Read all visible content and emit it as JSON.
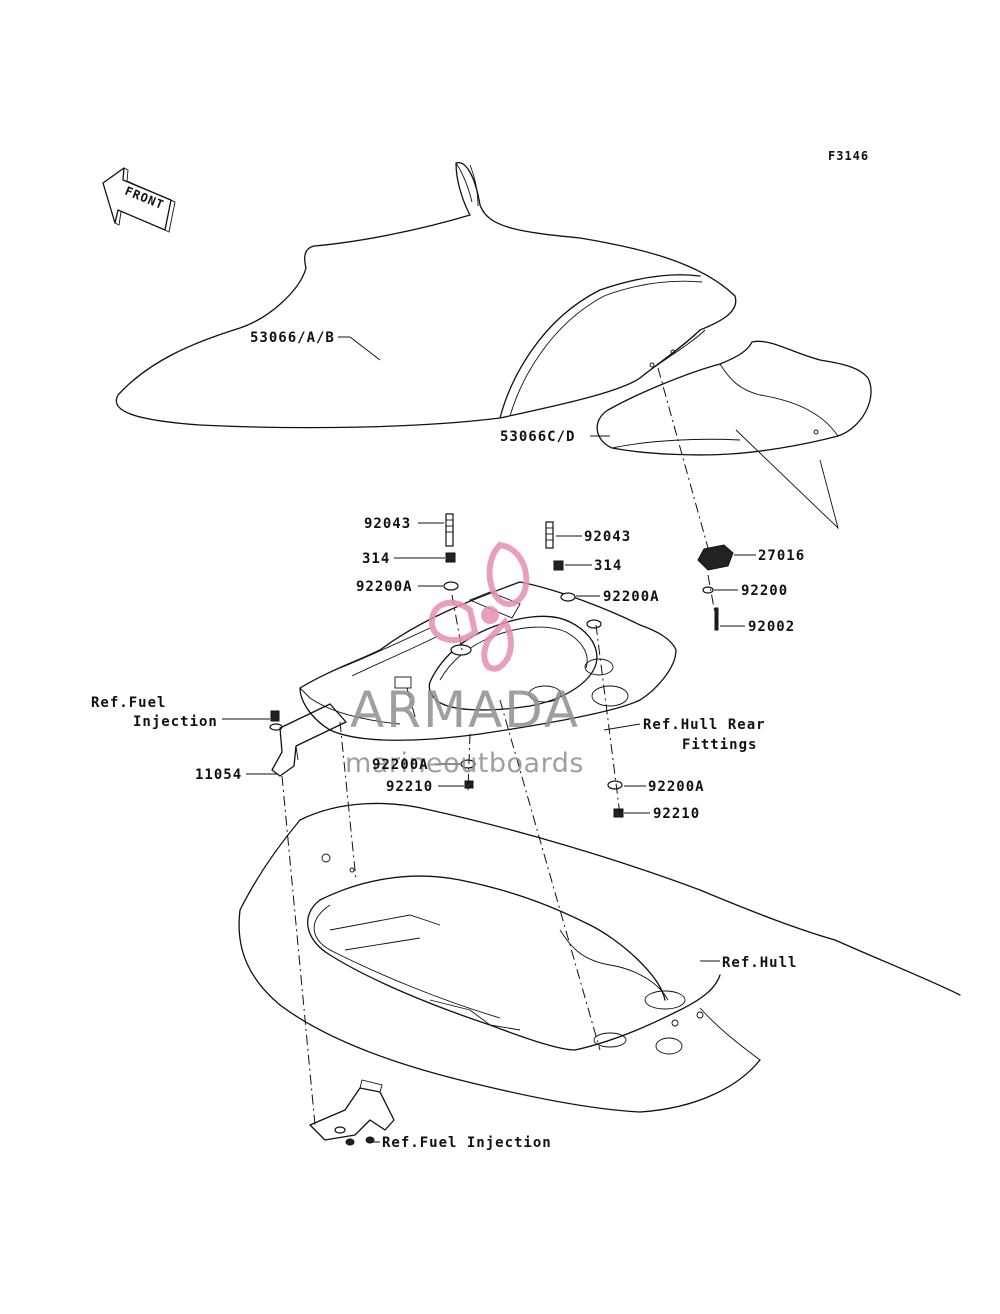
{
  "figure_code": "F3146",
  "front_arrow": {
    "text": "FRONT",
    "icon": "front-direction-arrow-icon"
  },
  "watermark": {
    "brand": "ARMADA",
    "tagline": "marineoutboards",
    "color": "#8f8f8f",
    "logo_color": "#e58fb2"
  },
  "labels": {
    "seat_front": "53066/A/B",
    "seat_rear": "53066C/D",
    "bolt_left": "92043",
    "bolt_right": "92043",
    "collar_left": "314",
    "collar_right": "314",
    "washer_left": "92200A",
    "washer_right": "92200A",
    "latch": "27016",
    "washer_latch": "92200",
    "screw_latch": "92002",
    "ref_fuel_top_line1": "Ref.Fuel",
    "ref_fuel_top_line2": "Injection",
    "bracket": "11054",
    "hull_rear_line1": "Ref.Hull Rear",
    "hull_rear_line2": "Fittings",
    "washer_bottom_left": "92200A",
    "nut_bottom_left": "92210",
    "washer_bottom_right": "92200A",
    "nut_bottom_right": "92210",
    "ref_hull": "Ref.Hull",
    "ref_fuel_bottom": "Ref.Fuel Injection"
  }
}
